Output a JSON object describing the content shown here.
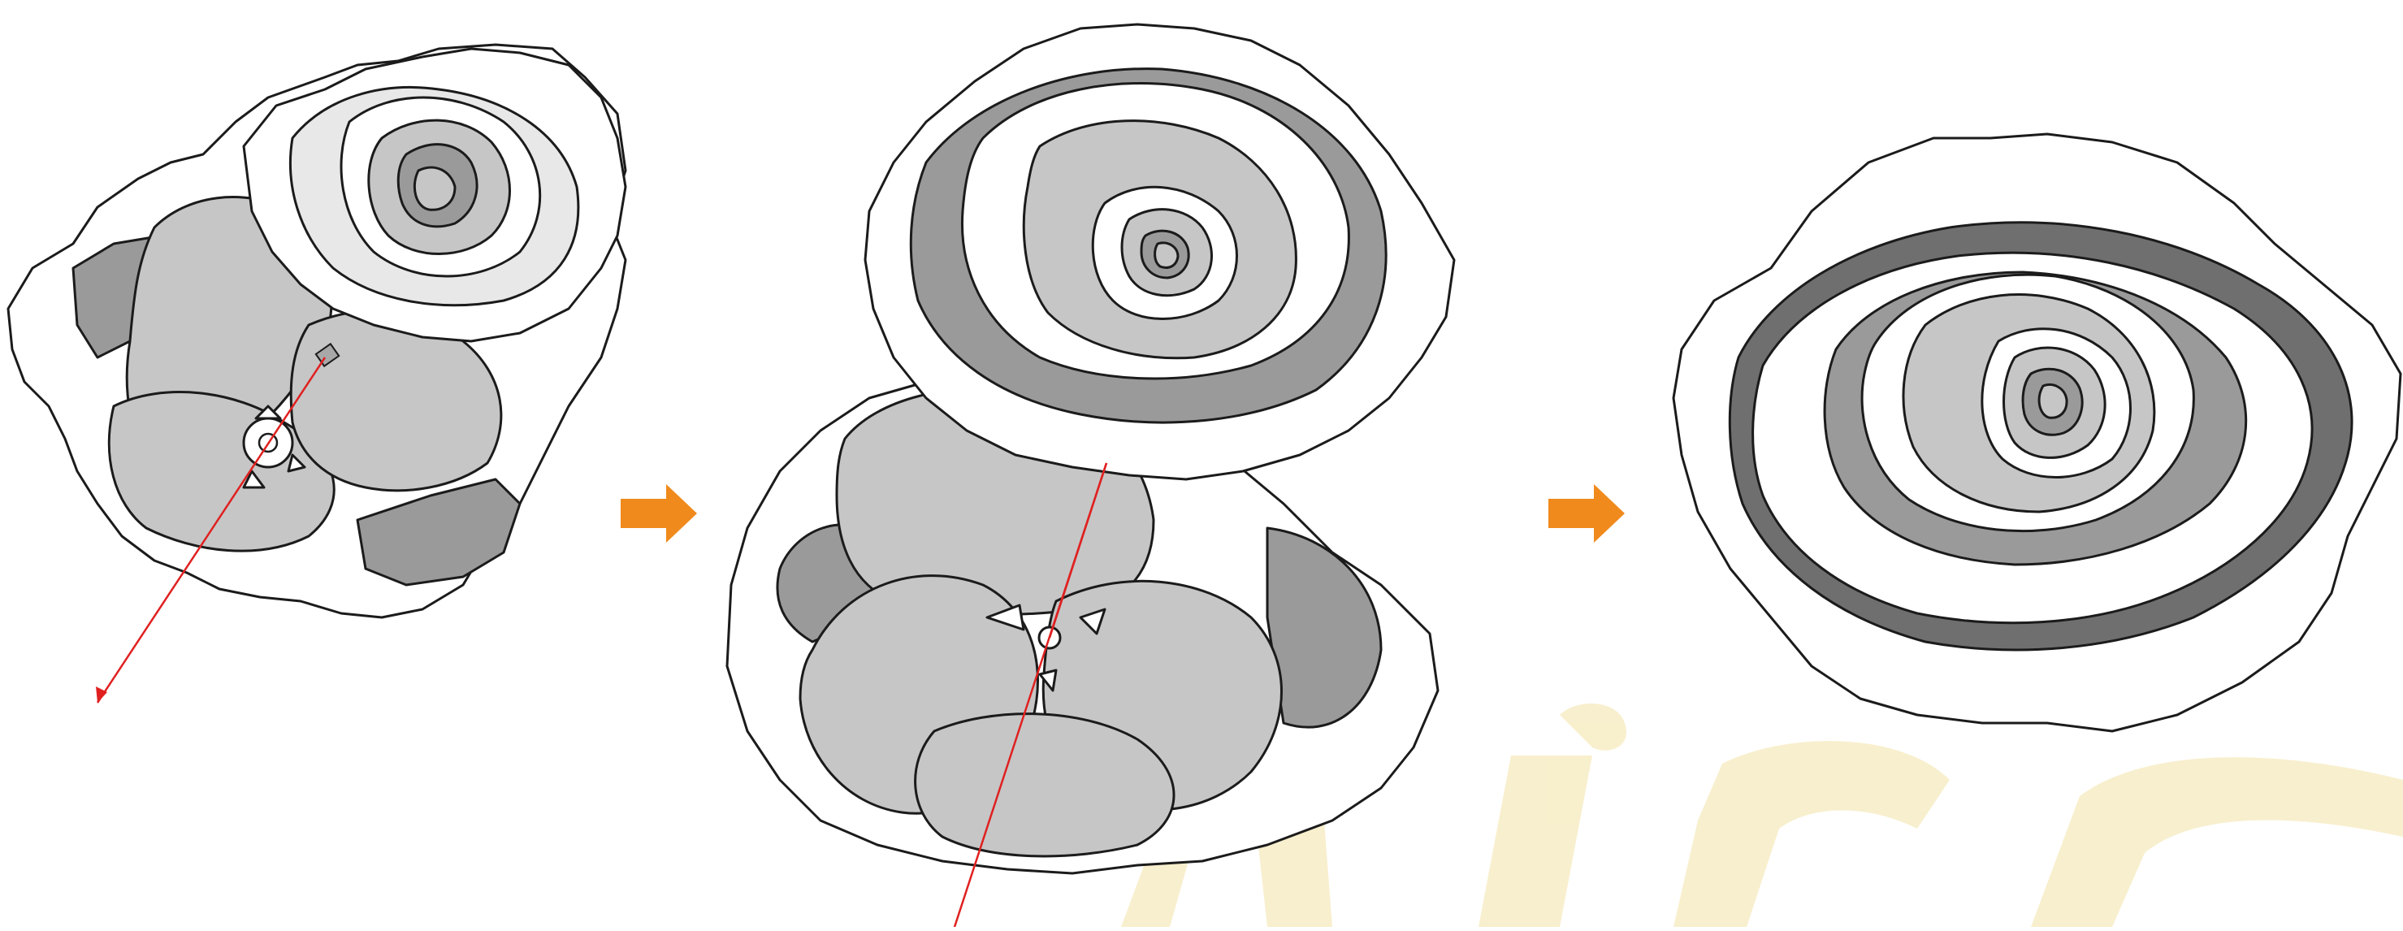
{
  "figure": {
    "steps": [
      {
        "name": "step-1"
      },
      {
        "name": "step-2"
      },
      {
        "name": "step-3"
      }
    ],
    "arrows": [
      {
        "name": "step-arrow-1"
      },
      {
        "name": "step-arrow-2"
      }
    ],
    "colors": {
      "outline": "#1b1b1b",
      "petal_white": "#ffffff",
      "petal_light": "#e8e8e8",
      "petal_mid": "#c6c6c6",
      "petal_dark": "#9a9a9a",
      "petal_darkest": "#6f6f6f",
      "guide_line": "#e02020",
      "arrow": "#f08a1c",
      "watermark": "#f3e2a6"
    },
    "watermark": {
      "icon": "watermark-logo-icon"
    }
  }
}
